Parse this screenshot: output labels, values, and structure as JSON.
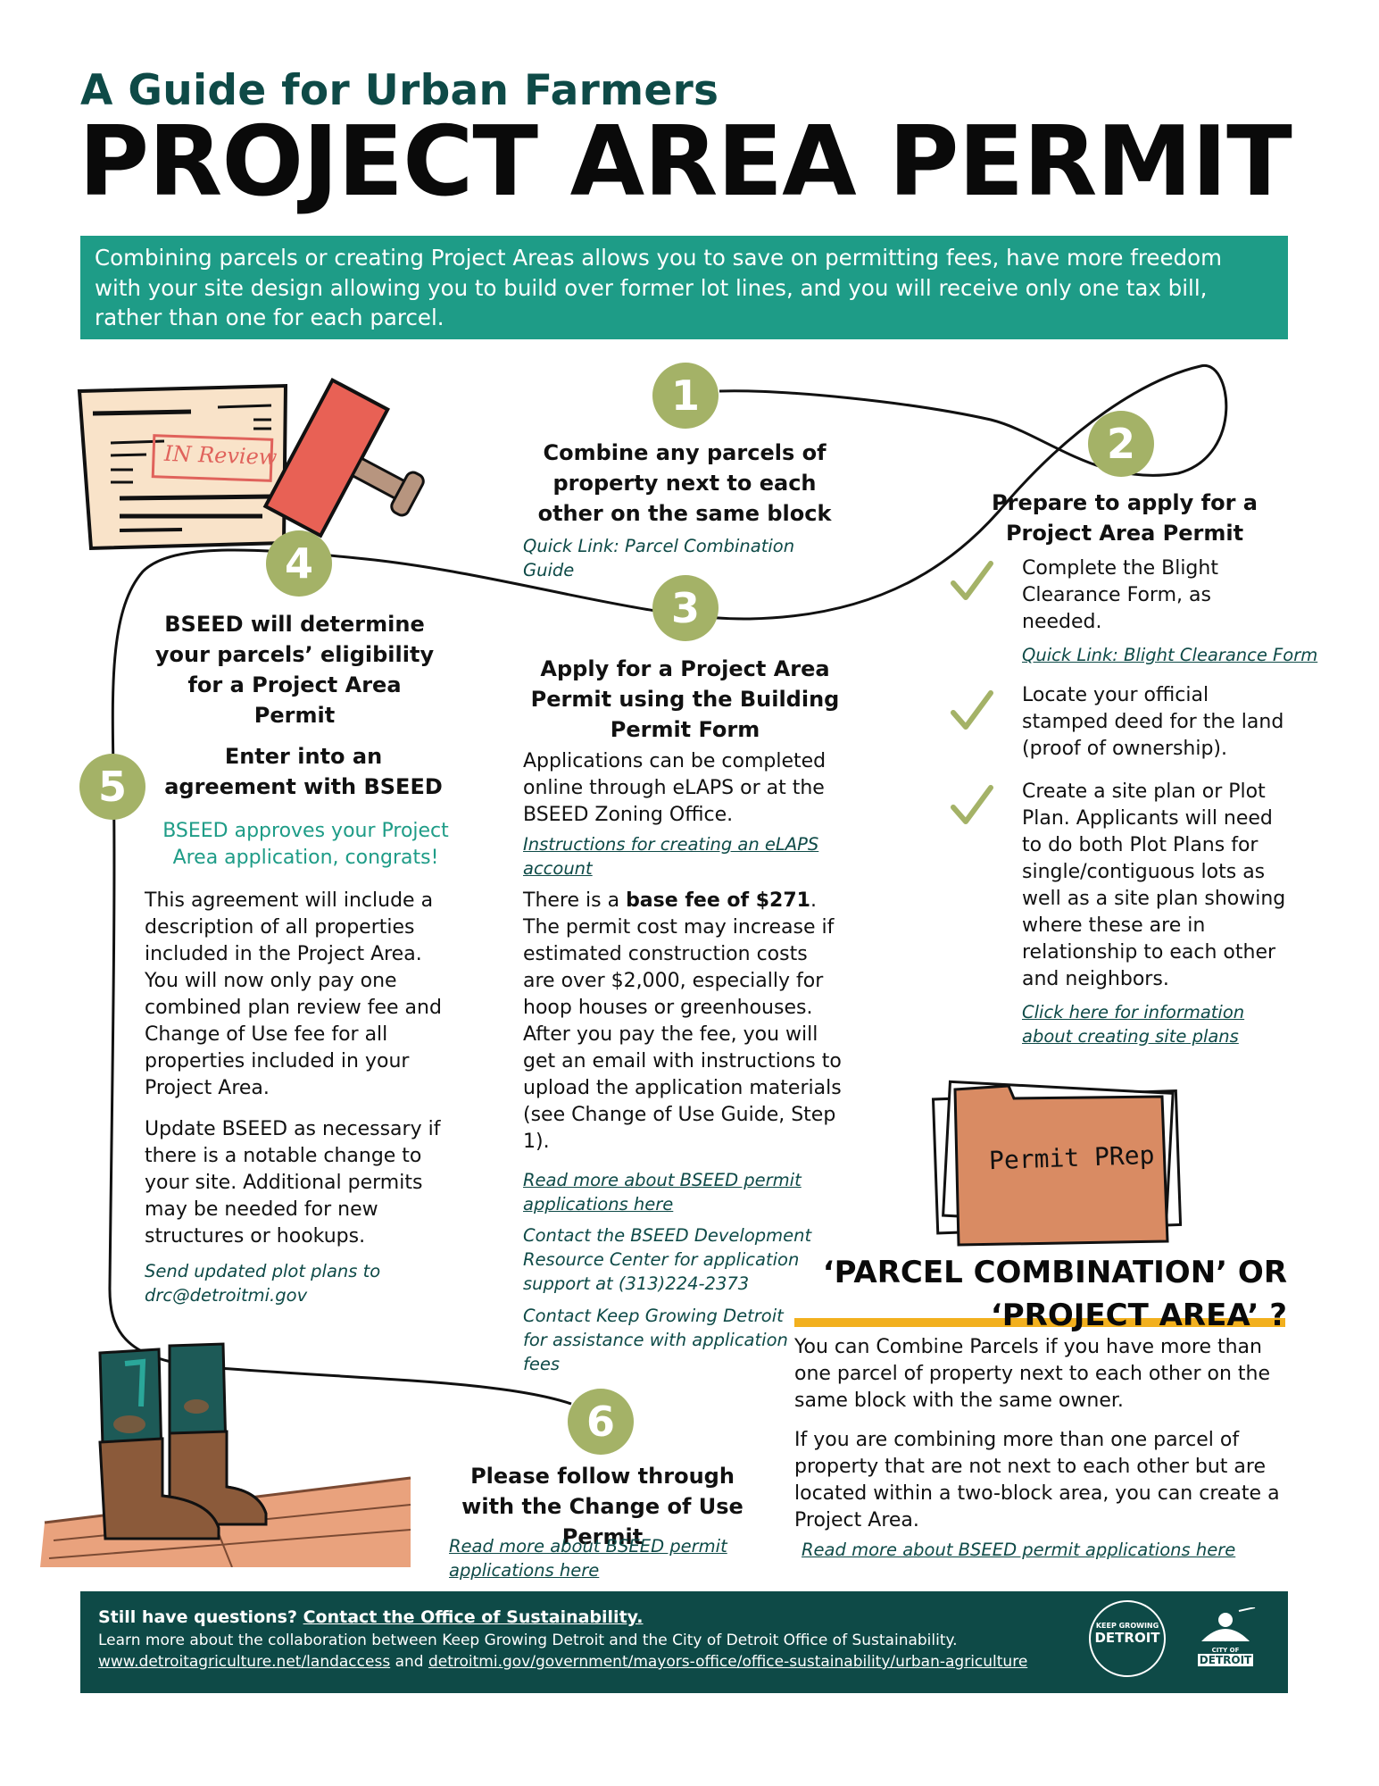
{
  "header": {
    "kicker": "A Guide for Urban Farmers",
    "title": "PROJECT AREA PERMIT",
    "intro": "Combining parcels or creating Project Areas allows you to save on permitting fees, have more freedom with your site design allowing you to build over former lot lines, and you will receive only one tax bill, rather than one for each parcel."
  },
  "illustrations": {
    "stamp_text": "IN Review",
    "folder_text": "Permit PRep"
  },
  "steps": {
    "s1": {
      "num": "1",
      "title": "Combine any parcels of property next to each other on the same block",
      "link": "Quick Link: Parcel Combination Guide"
    },
    "s2": {
      "num": "2",
      "title": "Prepare to apply for a Project Area Permit",
      "checks": [
        "Complete the Blight Clearance Form, as needed.",
        "Locate your official stamped deed for the land (proof of ownership).",
        "Create a site plan or Plot Plan. Applicants will need to do both Plot Plans for single/contiguous lots as well as a site plan showing where these are in relationship to each other and neighbors."
      ],
      "link1": "Quick Link: Blight Clearance Form",
      "link2": "Click here for information about creating site plans"
    },
    "s3": {
      "num": "3",
      "title": "Apply for a Project Area Permit using the Building Permit Form",
      "body1": "Applications can be completed online through eLAPS or at the BSEED Zoning Office.",
      "link1": "Instructions for creating an eLAPS account",
      "fee_pre": "There is a ",
      "fee_bold": "base fee of $271",
      "fee_post": ". The permit cost may increase if estimated construction costs are over $2,000, especially for hoop houses or greenhouses. After you pay the fee, you will get an email with instructions to upload the application materials (see Change of Use Guide, Step 1).",
      "link2": "Read more about BSEED permit applications here",
      "contact1": "Contact the BSEED Development Resource Center for application support at (313)224-2373",
      "contact2": "Contact Keep Growing Detroit for assistance with application fees"
    },
    "s4": {
      "num": "4",
      "title": "BSEED will determine your parcels’ eligibility for a Project Area Permit"
    },
    "s5": {
      "num": "5",
      "title": "Enter into an agreement with BSEED",
      "approved": "BSEED approves your Project Area application, congrats!",
      "body1": "This agreement will include a description of all properties included in the Project Area. You will now only pay one combined plan review fee and Change of Use fee for all properties included in your Project Area.",
      "body2": "Update BSEED as necessary if there is a notable change to your site. Additional permits may be needed for new structures or hookups.",
      "note": "Send updated plot plans to drc@detroitmi.gov"
    },
    "s6": {
      "num": "6",
      "title": "Please follow through with the Change of Use Permit",
      "link": "Read more about BSEED permit applications here"
    }
  },
  "question": {
    "heading_line1": "‘PARCEL COMBINATION’ OR",
    "heading_line2": "‘PROJECT AREA’ ?",
    "p1": "You can Combine Parcels if you have more than one parcel of property next to each other on the same block with the same owner.",
    "p2": "If you are combining more than one parcel of property that are not next to each other but are located within a two-block area, you can create a Project Area.",
    "link": "Read more about BSEED permit applications here"
  },
  "footer": {
    "q_pre": "Still have questions? ",
    "q_link": "Contact the Office of Sustainability. ",
    "line2": "Learn more about the collaboration between Keep Growing Detroit and the City of Detroit Office of Sustainability.",
    "url1": "www.detroitagriculture.net/landaccess",
    "and": " and ",
    "url2": "detroitmi.gov/government/mayors-office/office-sustainability/urban-agriculture",
    "logo1_top": "KEEP GROWING",
    "logo1_main": "DETROIT",
    "logo2_top": "CITY OF",
    "logo2_main": "DETROIT"
  },
  "colors": {
    "teal": "#1e9c87",
    "dark_teal": "#0e4a47",
    "olive": "#a4b267",
    "yellow": "#f2b01e"
  }
}
